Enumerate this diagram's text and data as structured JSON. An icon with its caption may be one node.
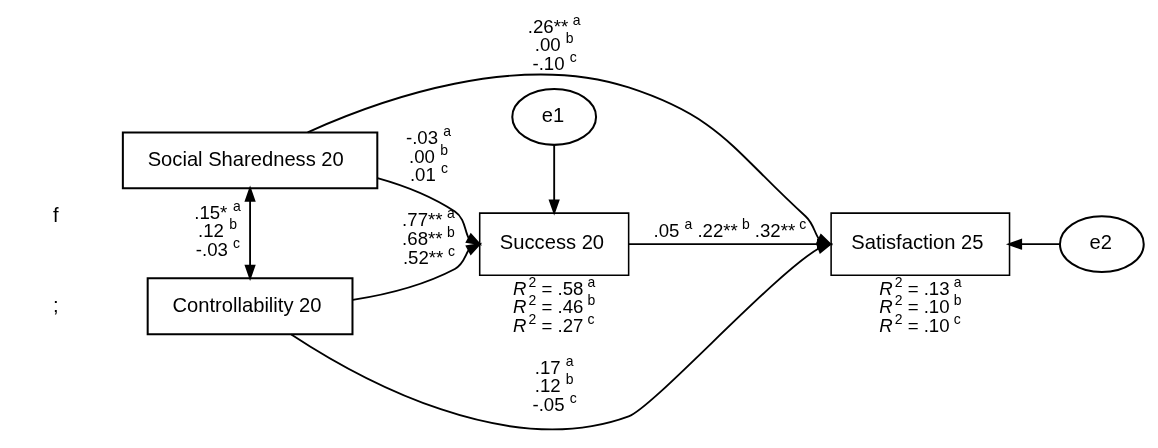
{
  "diagram": {
    "nodes": [
      {
        "text": [
          "Social Sharedness 20"
        ]
      },
      {
        "text": [
          "e1"
        ]
      },
      {
        "text": [
          "Success 20"
        ],
        "beside": [
          "*R*$^{2}$ = .58 $^{a}$",
          "*R*$^{2}$ = .46 $^{b}$",
          "*R*$^{2}$ = .27 $^{c}$"
        ]
      },
      {
        "text": [
          "Satisfaction 25"
        ],
        "beside": [
          "*R*$^{2}$ = .13 $^{a}$",
          "*R*$^{2}$ = .10 $^{b}$",
          "*R*$^{2}$ = .10 $^{c}$"
        ]
      },
      {
        "text": [
          "e2"
        ]
      },
      {
        "text": [
          "Controllability 20"
        ]
      }
    ],
    "edges": [
      {
        "from": 0,
        "to": 5,
        "arrow": "both",
        "label": ".15* $^{a}$ .12 $^{b}$ -.03 $^{c}$"
      },
      {
        "from": 0,
        "to": 2,
        "arrow": "to",
        "label": "-.03 $^{a}$ .00 $^{b}$ .01 $^{c}$"
      },
      {
        "from": 0,
        "to": 3,
        "arrow": "to",
        "label": ".26** $^{a}$ .00 $^{b}$ -.10 $^{c}$"
      },
      {
        "from": 1,
        "to": 2,
        "arrow": "to"
      },
      {
        "from": 2,
        "to": 3,
        "arrow": "to",
        "label": ".05 $^{a}$ .22** $^{b}$ .32** $^{c}$"
      },
      {
        "from": 4,
        "to": 3,
        "arrow": "to"
      },
      {
        "from": 5,
        "to": 2,
        "arrow": "to",
        "label": ".77** $^{a}$ .68** $^{b}$ .52** $^{c}$"
      },
      {
        "from": 5,
        "to": 3,
        "arrow": "to",
        "label": ".17 $^{a}$ .12 $^{b}$ -.05 $^{c}$"
      }
    ],
    "labels": [
      "f",
      ";"
    ]
  }
}
